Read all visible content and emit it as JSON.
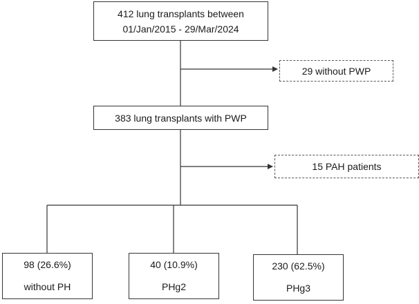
{
  "flowchart": {
    "total": {
      "line1": "412 lung transplants between",
      "line2": "01/Jan/2015 - 29/Mar/2024"
    },
    "excluded_pwp": "29 without PWP",
    "with_pwp": "383 lung transplants with PWP",
    "excluded_pah": "15 PAH patients",
    "groups": [
      {
        "count": "98 (26.6%)",
        "label": "without PH"
      },
      {
        "count": "40 (10.9%)",
        "label": "PHg2"
      },
      {
        "count": "230 (62.5%)",
        "label": "PHg3"
      }
    ]
  },
  "colors": {
    "line": "#333333",
    "text": "#1a1a1a"
  }
}
